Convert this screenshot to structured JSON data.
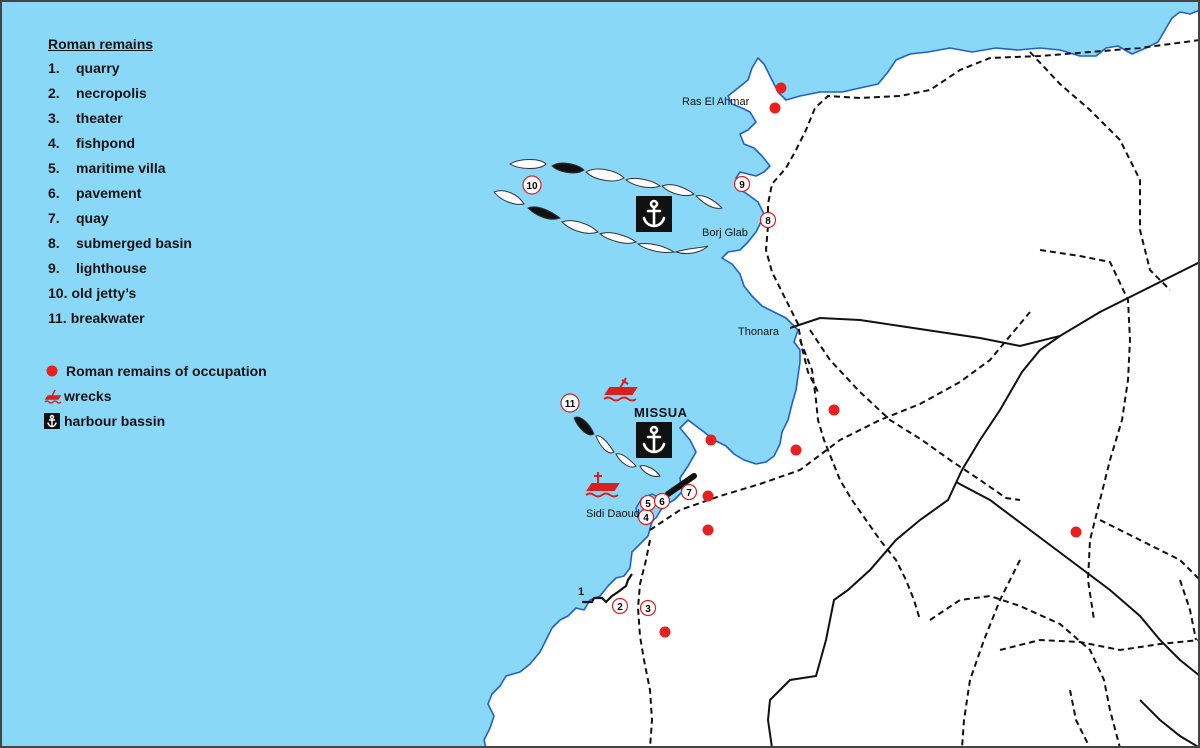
{
  "legend": {
    "title": "Roman remains",
    "items": [
      {
        "num": "1.",
        "label": "quarry"
      },
      {
        "num": "2.",
        "label": "necropolis"
      },
      {
        "num": "3.",
        "label": "theater"
      },
      {
        "num": "4.",
        "label": "fishpond"
      },
      {
        "num": "5.",
        "label": "maritime villa"
      },
      {
        "num": "6.",
        "label": "pavement"
      },
      {
        "num": "7.",
        "label": "quay"
      },
      {
        "num": "8.",
        "label": "submerged basin"
      },
      {
        "num": "9.",
        "label": "lighthouse"
      },
      {
        "num": "10.",
        "label": "old jetty’s"
      },
      {
        "num": "11.",
        "label": "breakwater"
      }
    ],
    "symbols": {
      "occupation": "Roman remains of occupation",
      "wrecks": "wrecks",
      "harbour": "harbour bassin"
    }
  },
  "places": {
    "ras_el_ahmar": "Ras El Ahmar",
    "borj_glab": "Borj Glab",
    "thonara": "Thonara",
    "missua": "MISSUA",
    "sidi_daoud": "Sidi Daoud"
  },
  "markers": {
    "m1": "1",
    "m2": "2",
    "m3": "3",
    "m4": "4",
    "m5": "5",
    "m6": "6",
    "m7": "7",
    "m8": "8",
    "m9": "9",
    "m10": "10",
    "m11": "11"
  },
  "colors": {
    "sea": "#8ad8f8",
    "coast": "#1f5fd0",
    "land": "#ffffff",
    "remains": "#e82020",
    "road": "#111111"
  }
}
